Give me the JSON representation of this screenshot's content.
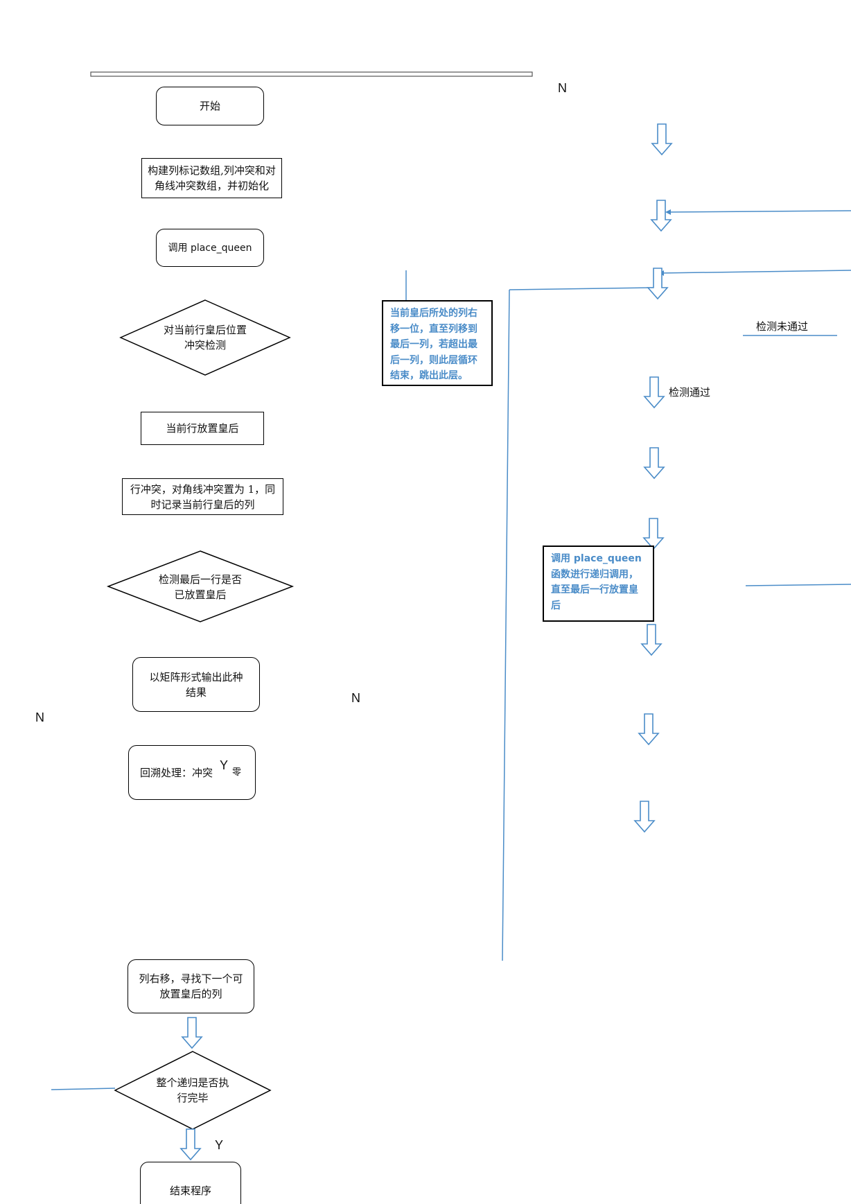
{
  "nodes": {
    "start": "开始",
    "init": "构建列标记数组,列冲突和对角线冲突数组，并初始化",
    "call": "调用 place_queen",
    "check_conflict": "对当前行皇后位置冲突检测",
    "place": "当前行放置皇后",
    "mark": "行冲突，对角线冲突置为 1，同时记录当前行皇后的列",
    "check_last": "检测最后一行是否已放置皇后",
    "output": "以矩阵形式输出此种结果",
    "backtrack": "回溯处理：冲突",
    "backtrack_tail": "零",
    "shift": "列右移，寻找下一个可放置皇后的列",
    "check_done": "整个递归是否执行完毕",
    "end": "结束程序"
  },
  "notes": {
    "column_shift": "当前皇后所处的列右移一位，直至列移到最后一列，若超出最后一列，则此层循环结束，跳出此层。",
    "recursive_call": "调用 place_queen 函数进行递归调用，直至最后一行放置皇后"
  },
  "labels": {
    "n_top": "N",
    "n_left": "N",
    "n_mid": "N",
    "y_backtrack": "Y",
    "y_end": "Y",
    "check_fail": "检测未通过",
    "check_pass": "检测通过"
  },
  "colors": {
    "arrow": "#4a8cc8",
    "note_text": "#4a8cc8",
    "border": "#000000"
  }
}
